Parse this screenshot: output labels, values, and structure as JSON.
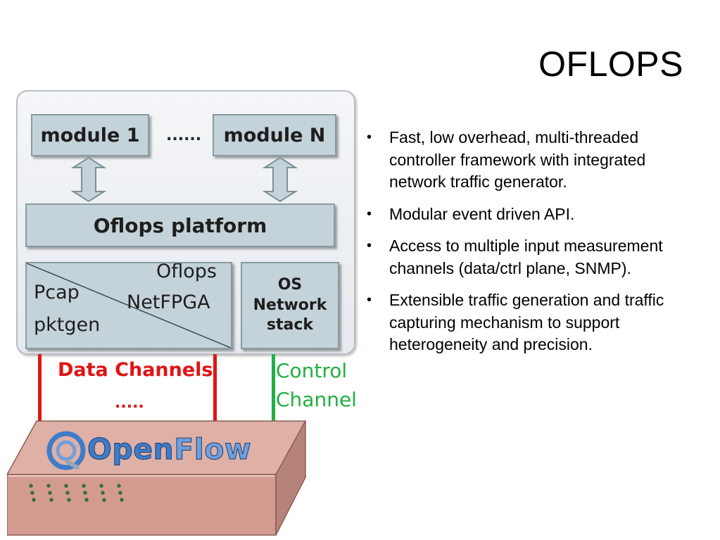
{
  "title": "OFLOPS",
  "diagram": {
    "module_1": "module 1",
    "ellipsis_top": "......",
    "module_n": "module N",
    "platform": "Oflops platform",
    "pcap_lines": [
      "Pcap",
      "pktgen"
    ],
    "netfpga_lines": [
      "Oflops",
      "NetFPGA"
    ],
    "os_lines": [
      "OS",
      "Network",
      "stack"
    ],
    "data_channels": "Data Channels",
    "data_dots": ".....",
    "control_channel": [
      "Control",
      "Channel"
    ],
    "openflow_logo": {
      "open": "Open",
      "flow": "Flow"
    }
  },
  "colors": {
    "box_fill": "#c4d3d9",
    "data_channel": "#e01414",
    "control_channel": "#20b040",
    "switch_fill": "#d9a79d",
    "openflow_blue": "#3e7cc8"
  },
  "bullets": [
    "Fast, low overhead, multi-threaded controller framework with integrated network traffic generator.",
    "Modular event driven API.",
    "Access to multiple input measurement channels (data/ctrl plane, SNMP).",
    "Extensible traffic generation and traffic capturing mechanism to support heterogeneity and precision."
  ]
}
